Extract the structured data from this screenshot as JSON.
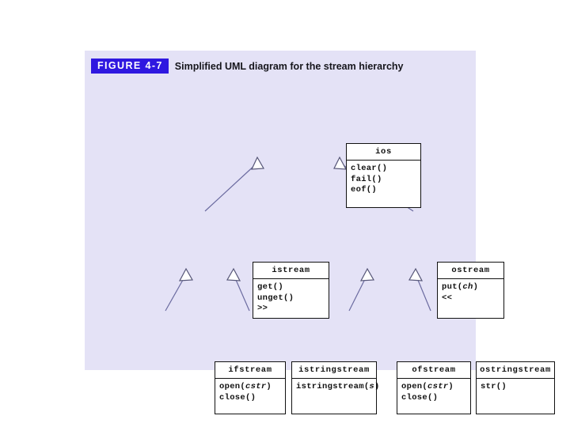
{
  "figure": {
    "badge": "FIGURE 4-7",
    "caption": "Simplified UML diagram for the stream hierarchy",
    "badge_color": "#2f18e0",
    "panel_color": "#e4e2f6"
  },
  "classes": {
    "ios": {
      "name": "ios",
      "members": [
        {
          "text": "clear()",
          "param": ""
        },
        {
          "text": "fail()",
          "param": ""
        },
        {
          "text": "eof()",
          "param": ""
        }
      ]
    },
    "istream": {
      "name": "istream",
      "members": [
        {
          "text": "get()",
          "param": ""
        },
        {
          "text": "unget()",
          "param": ""
        },
        {
          "text": ">>",
          "param": ""
        }
      ]
    },
    "ostream": {
      "name": "ostream",
      "members": [
        {
          "text": "put(",
          "param": "ch",
          "after": ")"
        },
        {
          "text": "<<",
          "param": ""
        }
      ]
    },
    "ifstream": {
      "name": "ifstream",
      "members": [
        {
          "text": "open(",
          "param": "cstr",
          "after": ")"
        },
        {
          "text": "close()",
          "param": ""
        }
      ]
    },
    "istringstream": {
      "name": "istringstream",
      "members": [
        {
          "text": "istringstream(",
          "param": "s",
          "after": ")"
        }
      ]
    },
    "ofstream": {
      "name": "ofstream",
      "members": [
        {
          "text": "open(",
          "param": "cstr",
          "after": ")"
        },
        {
          "text": "close()",
          "param": ""
        }
      ]
    },
    "ostringstream": {
      "name": "ostringstream",
      "members": [
        {
          "text": "str()",
          "param": ""
        }
      ]
    }
  },
  "relations": [
    {
      "from": "istream",
      "to": "ios",
      "type": "generalization"
    },
    {
      "from": "ostream",
      "to": "ios",
      "type": "generalization"
    },
    {
      "from": "ifstream",
      "to": "istream",
      "type": "generalization"
    },
    {
      "from": "istringstream",
      "to": "istream",
      "type": "generalization"
    },
    {
      "from": "ofstream",
      "to": "ostream",
      "type": "generalization"
    },
    {
      "from": "ostringstream",
      "to": "ostream",
      "type": "generalization"
    }
  ]
}
